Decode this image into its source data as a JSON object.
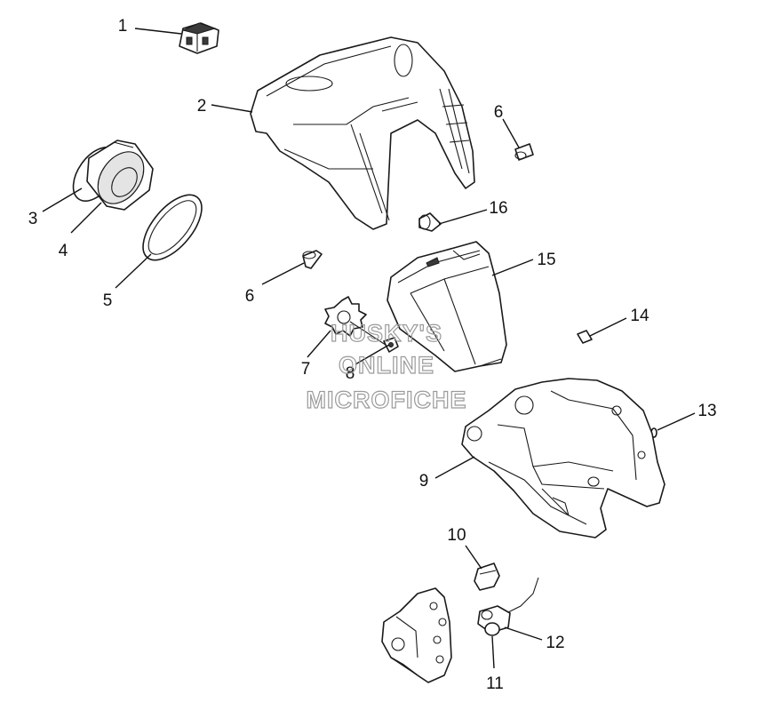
{
  "watermark": {
    "line1": "HUSKY'S",
    "line2": "ONLINE",
    "line3": "MICROFICHE"
  },
  "callouts": {
    "c1": "1",
    "c2": "2",
    "c3": "3",
    "c4": "4",
    "c5": "5",
    "c6a": "6",
    "c6b": "6",
    "c7": "7",
    "c8": "8",
    "c9": "9",
    "c10": "10",
    "c11": "11",
    "c12": "12",
    "c13": "13",
    "c14": "14",
    "c15": "15",
    "c16": "16"
  }
}
